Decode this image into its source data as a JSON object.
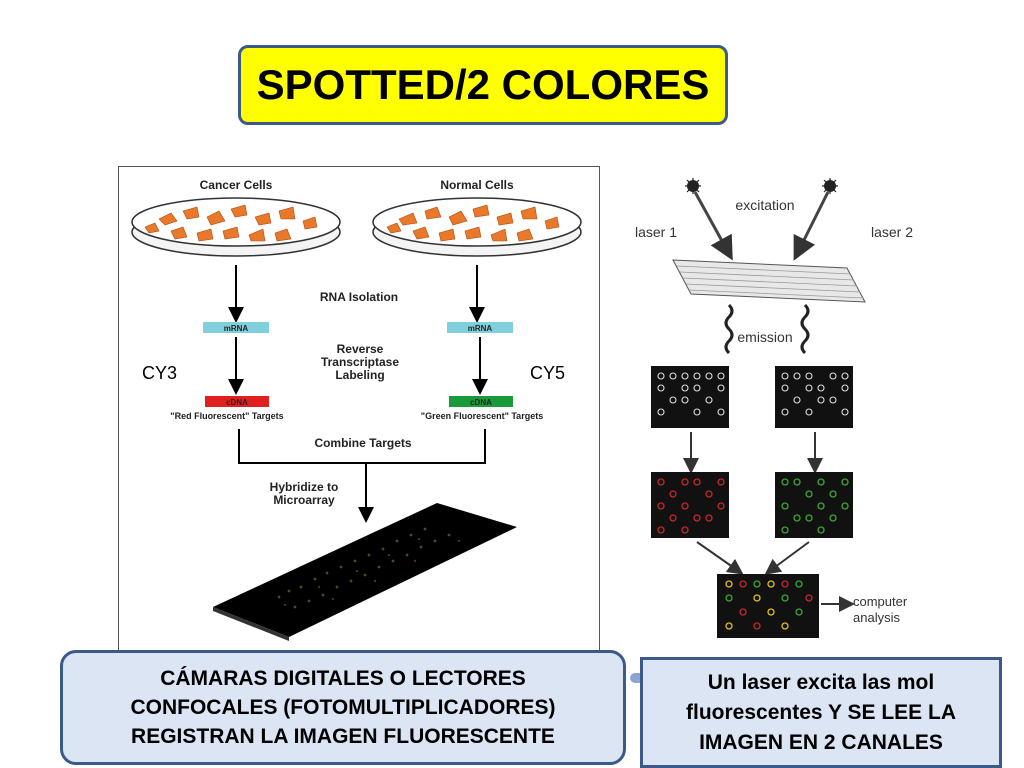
{
  "title": "SPOTTED/2 COLORES",
  "left_figure": {
    "cancer_cells": "Cancer Cells",
    "normal_cells": "Normal Cells",
    "rna_isolation": "RNA Isolation",
    "mrna_left": "mRNA",
    "mrna_right": "mRNA",
    "reverse_line1": "Reverse",
    "reverse_line2": "Transcriptase",
    "reverse_line3": "Labeling",
    "cdna_left": "cDNA",
    "cdna_right": "cDNA",
    "red_targets": "\"Red Fluorescent\" Targets",
    "green_targets": "\"Green Fluorescent\" Targets",
    "combine_targets": "Combine Targets",
    "hybridize_line1": "Hybridize to",
    "hybridize_line2": "Microarray",
    "cy3": "CY3",
    "cy5": "CY5"
  },
  "right_figure": {
    "excitation": "excitation",
    "laser1": "laser 1",
    "laser2": "laser 2",
    "emission": "emission",
    "computer_line1": "computer",
    "computer_line2": "analysis"
  },
  "callout_left": "CÁMARAS DIGITALES  O LECTORES\nCONFOCALES (FOTOMULTIPLICADORES)\nREGISTRAN LA IMAGEN FLUORESCENTE",
  "callout_right": "Un laser excita las mol\nfluorescentes Y SE LEE LA\nIMAGEN EN 2 CANALES",
  "colors": {
    "title_bg": "#ffff00",
    "box_border": "#3b5a8a",
    "callout_bg": "#dbe5f4",
    "mrna": "#7fd0dc",
    "cdna_red": "#e02020",
    "cdna_green": "#1a9a3a",
    "cells": "#e8782a"
  }
}
